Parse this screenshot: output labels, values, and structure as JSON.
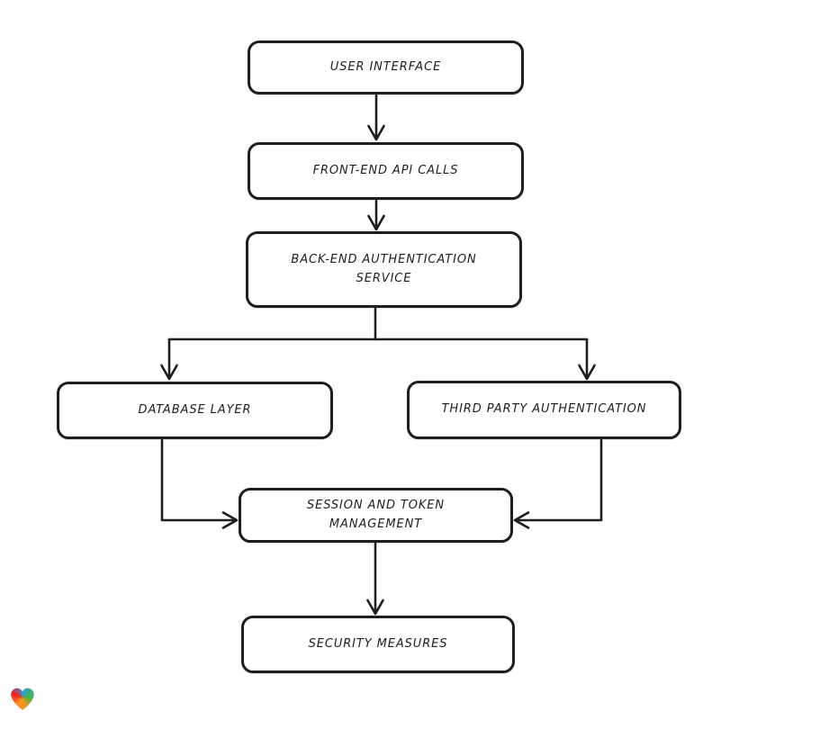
{
  "diagram": {
    "type": "flowchart",
    "background": "#ffffff",
    "stroke_color": "#1e1e1e",
    "node_fill": "#ffffff",
    "nodes": [
      {
        "id": "user-interface",
        "label": "USER INTERFACE"
      },
      {
        "id": "front-end-api-calls",
        "label": "FRONT-END API CALLS"
      },
      {
        "id": "back-end-authentication-service",
        "label": "BACK-END AUTHENTICATION\nSERVICE"
      },
      {
        "id": "database-layer",
        "label": "DATABASE LAYER"
      },
      {
        "id": "third-party-authentication",
        "label": "THIRD PARTY AUTHENTICATION"
      },
      {
        "id": "session-and-token-management",
        "label": "SESSION AND TOKEN\nMANAGEMENT"
      },
      {
        "id": "security-measures",
        "label": "SECURITY MEASURES"
      }
    ],
    "edges": [
      {
        "from": "user-interface",
        "to": "front-end-api-calls"
      },
      {
        "from": "front-end-api-calls",
        "to": "back-end-authentication-service"
      },
      {
        "from": "back-end-authentication-service",
        "to": "database-layer"
      },
      {
        "from": "back-end-authentication-service",
        "to": "third-party-authentication"
      },
      {
        "from": "database-layer",
        "to": "session-and-token-management"
      },
      {
        "from": "third-party-authentication",
        "to": "session-and-token-management"
      },
      {
        "from": "session-and-token-management",
        "to": "security-measures"
      }
    ],
    "logo": {
      "name": "gradient-heart-logo",
      "colors": [
        "#ed1c24",
        "#f7941d",
        "#45b649",
        "#2d9cdb"
      ]
    }
  }
}
